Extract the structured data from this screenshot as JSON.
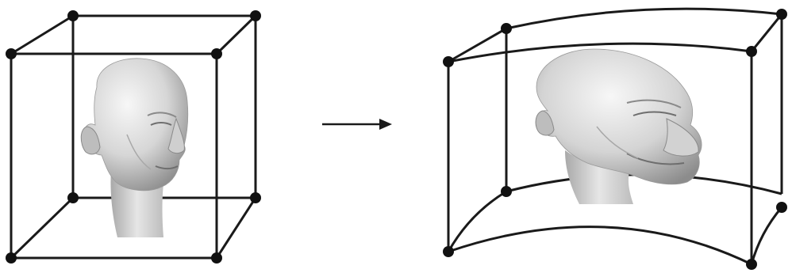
{
  "figure": {
    "panels": [
      {
        "id": "before",
        "description_label": "",
        "lattice": "undeformed-cube",
        "subject": "head-model"
      },
      {
        "id": "after",
        "description_label": "",
        "lattice": "bent-lattice",
        "subject": "deformed-head-model"
      }
    ],
    "arrow": {
      "direction": "right"
    },
    "colors": {
      "line": "#1a1a1a",
      "control_point": "#111111",
      "skin_light": "#f2f2f2",
      "skin_mid": "#c9c9c9",
      "skin_dark": "#8c8c8c",
      "background": "#ffffff"
    }
  }
}
